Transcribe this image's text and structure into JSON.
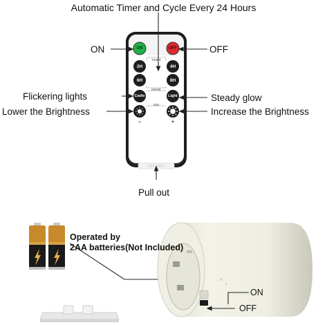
{
  "title": "Automatic Timer and Cycle Every 24 Hours",
  "labels": {
    "on_left": "ON",
    "off_right": "OFF",
    "flickering": "Flickering lights",
    "steady": "Steady glow",
    "lower": "Lower the Brightness",
    "increase": "Increase the Brightness",
    "pull_out": "Pull out",
    "batteries_line1": "Operated by",
    "batteries_line2": "2AA batteries(Not Included)",
    "switch_on": "ON",
    "switch_off": "OFF"
  },
  "remote": {
    "btn_on": "ON",
    "btn_off": "OFF",
    "timer_label": "TIMER",
    "btn_2h": "2H",
    "btn_4h": "4H",
    "btn_6h": "6H",
    "btn_8h": "8H",
    "mode_label": "MODE",
    "btn_candle": "Cadle",
    "btn_light": "Light",
    "dim_label": "DIM",
    "minus": "−",
    "plus": "+"
  },
  "colors": {
    "on_button": "#1fb04a",
    "off_button": "#e0282c",
    "remote_body": "#1c1c1c",
    "remote_panel": "#ffffff",
    "button_dark": "#1e1e1e",
    "battery_gold": "#c8892a",
    "battery_black": "#1a1a1a",
    "candle_body": "#ecebdf"
  },
  "icons": {
    "dim_minus": "sun-small-icon",
    "dim_plus": "sun-large-icon",
    "battery": "battery-bolt-icon"
  }
}
